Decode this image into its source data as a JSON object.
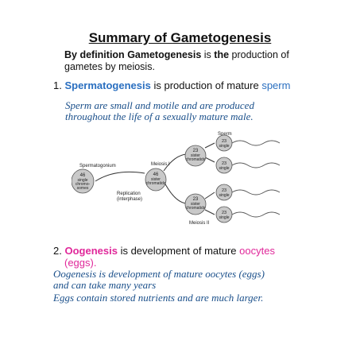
{
  "title": "Summary of Gametogenesis",
  "definition": {
    "prefix": "By definition",
    "term": "Gametogenesis",
    "is": "is",
    "the": "the",
    "rest1": "production of",
    "rest2": "gametes by meiosis."
  },
  "section1": {
    "number": "1.",
    "term": "Spermatogenesis",
    "text": "is production of mature",
    "highlight": "sperm",
    "note_line1": "Sperm are small and motile and are produced",
    "note_line2": "throughout the life of a sexually mature male."
  },
  "diagram": {
    "spermatogonium_label": "Spermatogonium",
    "spermatogonium_count": "46",
    "spermatogonium_desc1": "single",
    "spermatogonium_desc2": "chromo-",
    "spermatogonium_desc3": "somes",
    "replication_label1": "Replication",
    "replication_label2": "(interphase)",
    "meiosis1_label": "Meiosis I",
    "cell46_count": "46",
    "cell46_desc1": "sister",
    "cell46_desc2": "chromatids",
    "cell23_count": "23",
    "cell23_desc1": "sister",
    "cell23_desc2": "chromatids",
    "meiosis2_label": "Meiosis II",
    "sperm_label": "Sperm",
    "single_count": "23",
    "single_desc": "single"
  },
  "section2": {
    "number": "2.",
    "term": "Oogenesis",
    "text": "is development of mature",
    "highlight": "oocytes",
    "highlight2": "(eggs).",
    "note1_line1": "Oogenesis is development of mature oocytes (eggs)",
    "note1_line2": "and can take many years",
    "note2": "Eggs contain stored nutrients and are much larger."
  },
  "colors": {
    "spermatogenesis": "#2a6fc0",
    "oogenesis": "#e0289a",
    "italic_notes": "#1a4f8a",
    "cell_fill": "#c9c9c9"
  }
}
